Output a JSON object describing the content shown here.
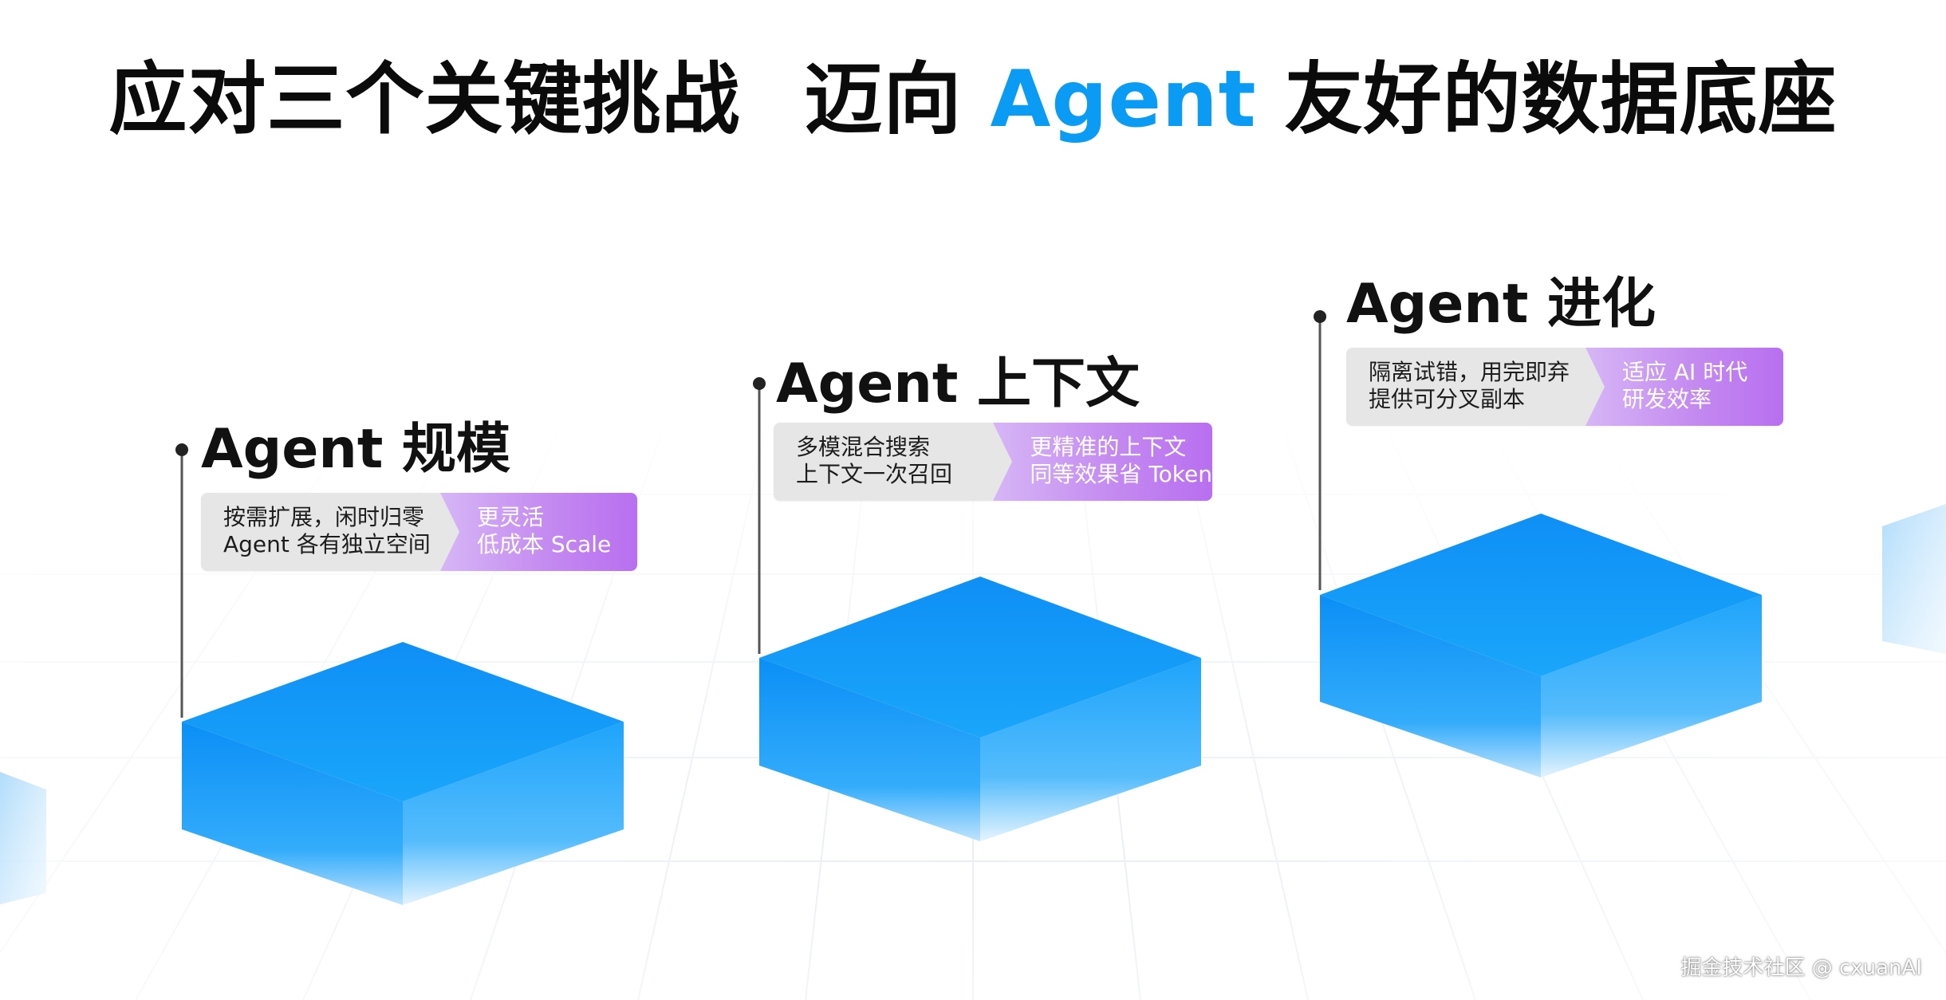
{
  "title": {
    "part1": "应对三个关键挑战",
    "part2": "迈向",
    "highlight": "Agent",
    "part3": "友好的数据底座"
  },
  "stages": [
    {
      "name": "Agent 规模",
      "left_lines": [
        "按需扩展，闲时归零",
        "Agent 各有独立空间"
      ],
      "right_lines": [
        "更灵活",
        "低成本 Scale"
      ]
    },
    {
      "name": "Agent 上下文",
      "left_lines": [
        "多模混合搜索",
        "上下文一次召回"
      ],
      "right_lines": [
        "更精准的上下文",
        "同等效果省 Token"
      ]
    },
    {
      "name": "Agent 进化",
      "left_lines": [
        "隔离试错，用完即弃",
        "提供可分叉副本"
      ],
      "right_lines": [
        "适应 AI 时代",
        "研发效率"
      ]
    }
  ],
  "watermark": "掘金技术社区 @ cxuanAI",
  "colors": {
    "accent": "#0a9bf5",
    "card_grey": "#e6e6e6",
    "card_purple": "#c48af0"
  }
}
